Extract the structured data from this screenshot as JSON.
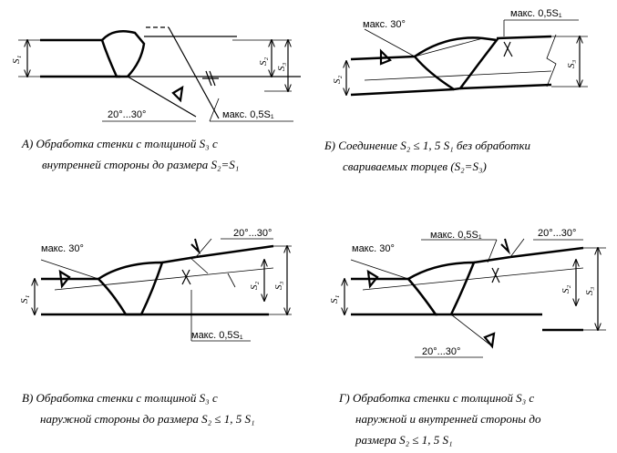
{
  "labels": {
    "max_30": "макс. 30°",
    "angle_range": "20°...30°",
    "max_half_s1": "макс. 0,5S₁",
    "s1": "S₁",
    "s2": "S₂",
    "s3": "S₃"
  },
  "captions": {
    "a": [
      "А) Обработка  стенки  с толщиной  S₃ с",
      "внутренней стороны до размера S₂=S₁"
    ],
    "b": [
      "Б) Соединение S₂ ≤ 1, 5 S₁ без обработки",
      "свариваемых торцев (S₂=S₃)"
    ],
    "c": [
      "В) Обработка  стенки  с  толщиной   S₃ с",
      "наружной стороны до размера S₂ ≤ 1, 5 S₁"
    ],
    "d": [
      "Г) Обработка  стенки  с толщиной  S₃ с",
      "наружной  и  внутренней  стороны  до",
      "размера S₂ ≤ 1, 5 S₁"
    ]
  }
}
